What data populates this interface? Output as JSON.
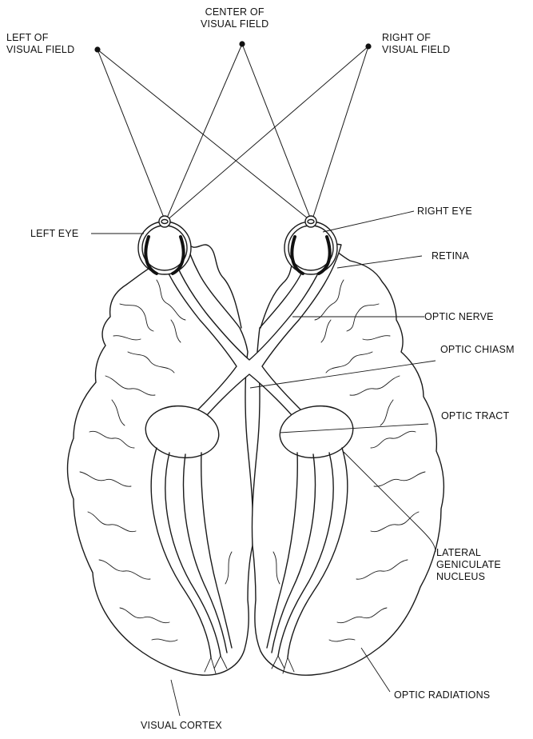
{
  "labels": {
    "left_field": [
      "LEFT OF",
      "VISUAL FIELD"
    ],
    "center_field": [
      "CENTER OF",
      "VISUAL FIELD"
    ],
    "right_field": [
      "RIGHT OF",
      "VISUAL FIELD"
    ],
    "left_eye": "LEFT EYE",
    "right_eye": "RIGHT EYE",
    "retina": "RETINA",
    "optic_nerve": "OPTIC  NERVE",
    "optic_chiasm": "OPTIC CHIASM",
    "optic_tract": "OPTIC TRACT",
    "lgn": [
      "LATERAL",
      "GENICULATE",
      "NUCLEUS"
    ],
    "optic_radiations": "OPTIC RADIATIONS",
    "visual_cortex": "VISUAL CORTEX"
  },
  "colors": {
    "ink": "#1a1a1a",
    "background": "#ffffff"
  }
}
